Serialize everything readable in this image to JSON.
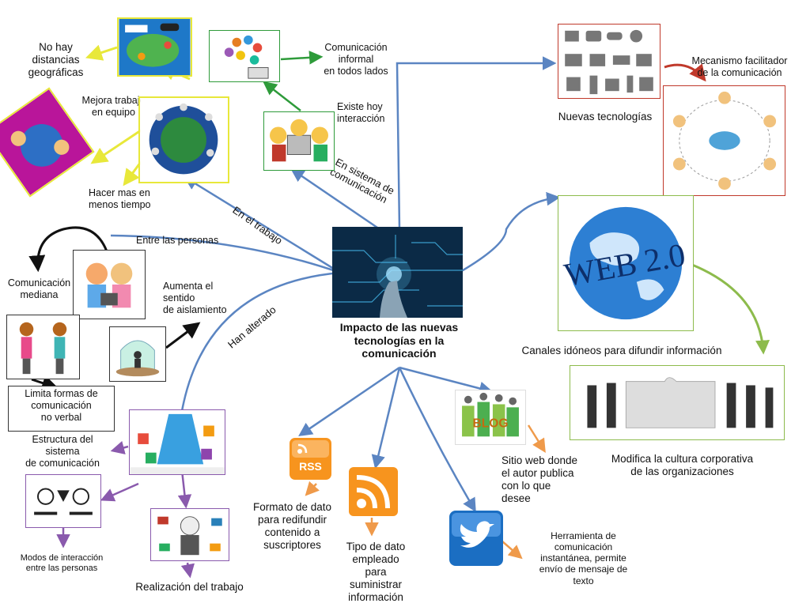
{
  "center": {
    "title": "Impacto de las nuevas\ntecnologías en la\ncomunicación"
  },
  "branches": {
    "en_el_trabajo": "En el trabajo",
    "en_sistema": "En sistema de\ncomunicación",
    "entre_personas": "Entre las personas",
    "han_alterado": "Han alterado"
  },
  "labels": {
    "no_hay_distancias": "No hay\ndistancias\ngeográficas",
    "mejora_trabajo": "Mejora trabajo\nen equipo",
    "hacer_mas": "Hacer mas en\nmenos tiempo",
    "comunicacion_informal": "Comunicación\ninformal\nen todos lados",
    "existe_interaccion": "Existe hoy\ninteracción",
    "nuevas_tecnologias": "Nuevas tecnologías",
    "mecanismo": "Mecanismo facilitador\nde la comunicación",
    "canales": "Canales idóneos para difundir información",
    "modifica_cultura": "Modifica la cultura corporativa\nde las organizaciones",
    "comunicacion_mediana": "Comunicación\nmediana",
    "aumenta_aislamiento": "Aumenta el\nsentido\nde aislamiento",
    "limita_formas": "Limita formas de\ncomunicación\nno verbal",
    "estructura_sistema": "Estructura del\nsistema\nde comunicación",
    "modos_interaccion": "Modos de interacción\nentre las personas",
    "realizacion_trabajo": "Realización del trabajo",
    "formato_dato": "Formato de dato\npara redifundir\ncontenido a\nsuscriptores",
    "tipo_dato": "Tipo de dato\nempleado\npara\nsuministrar\ninformación",
    "sitio_web": "Sitio web donde\nel autor publica\ncon lo que\ndesee",
    "herramienta": "Herramienta de\ncomunicación\ninstantánea, permite\nenvío de mensaje de\ntexto"
  },
  "icons": {
    "rss_text": "RSS",
    "blog_text": "BLOG",
    "web_text": "WEB 2.0"
  },
  "colors": {
    "blue_line": "#5b85c2",
    "green_arrow": "#2e9b3a",
    "yellow_arrow": "#e8e83a",
    "black_arrow": "#111111",
    "purple_arrow": "#8a5aad",
    "orange_arrow": "#ef9a4a",
    "red_arrow": "#c0392b",
    "lime_arrow": "#8dbb4c"
  }
}
